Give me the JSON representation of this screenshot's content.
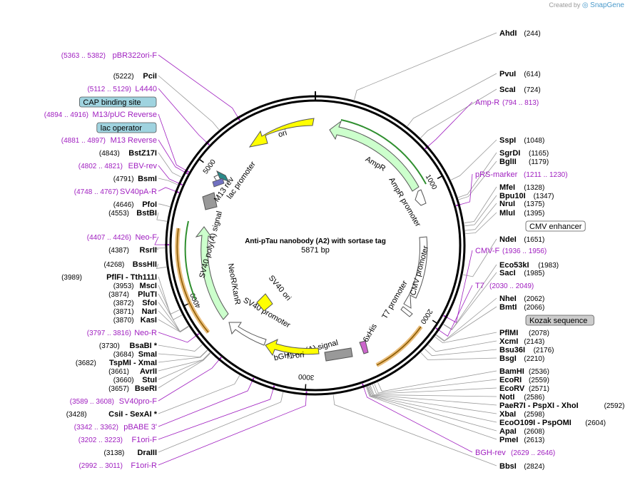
{
  "credit": {
    "prefix": "Created by",
    "brand": "SnapGene"
  },
  "plasmid": {
    "name": "Anti-pTau nanobody (A2) with sortase tag",
    "size": "5871 bp",
    "length": 5871
  },
  "ticks": [
    {
      "pos": 1000,
      "label": "1000"
    },
    {
      "pos": 2000,
      "label": "2000"
    },
    {
      "pos": 3000,
      "label": "3000"
    },
    {
      "pos": 4000,
      "label": "4000"
    },
    {
      "pos": 5000,
      "label": "5000"
    }
  ],
  "labels_right": [
    {
      "name": "AhdI",
      "pos": "(244)",
      "kind": "enzyme"
    },
    {
      "name": "PvuI",
      "pos": "(614)",
      "kind": "enzyme"
    },
    {
      "name": "ScaI",
      "pos": "(724)",
      "kind": "enzyme"
    },
    {
      "name": "Amp-R",
      "pos": "(794 .. 813)",
      "kind": "primer"
    },
    {
      "name": "SspI",
      "pos": "(1048)",
      "kind": "enzyme"
    },
    {
      "name": "SgrDI",
      "pos": "(1165)",
      "kind": "enzyme"
    },
    {
      "name": "BglII",
      "pos": "(1179)",
      "kind": "enzyme"
    },
    {
      "name": "pRS-marker",
      "pos": "(1211 .. 1230)",
      "kind": "primer"
    },
    {
      "name": "MfeI",
      "pos": "(1328)",
      "kind": "enzyme"
    },
    {
      "name": "Bpu10I",
      "pos": "(1347)",
      "kind": "enzyme"
    },
    {
      "name": "NruI",
      "pos": "(1375)",
      "kind": "enzyme"
    },
    {
      "name": "MluI",
      "pos": "(1395)",
      "kind": "enzyme"
    },
    {
      "name": "CMV enhancer",
      "pos": "",
      "kind": "boxwhite"
    },
    {
      "name": "NdeI",
      "pos": "(1651)",
      "kind": "enzyme"
    },
    {
      "name": "CMV-F",
      "pos": "(1936 .. 1956)",
      "kind": "primer"
    },
    {
      "name": "Eco53kI",
      "pos": "(1983)",
      "kind": "enzyme"
    },
    {
      "name": "SacI",
      "pos": "(1985)",
      "kind": "enzyme"
    },
    {
      "name": "T7",
      "pos": "(2030 .. 2049)",
      "kind": "primer"
    },
    {
      "name": "NheI",
      "pos": "(2062)",
      "kind": "enzyme"
    },
    {
      "name": "BmtI",
      "pos": "(2066)",
      "kind": "enzyme"
    },
    {
      "name": "Kozak sequence",
      "pos": "",
      "kind": "boxgray"
    },
    {
      "name": "PflMI",
      "pos": "(2078)",
      "kind": "enzyme"
    },
    {
      "name": "XcmI",
      "pos": "(2143)",
      "kind": "enzyme"
    },
    {
      "name": "Bsu36I",
      "pos": "(2176)",
      "kind": "enzyme"
    },
    {
      "name": "BsgI",
      "pos": "(2210)",
      "kind": "enzyme"
    },
    {
      "name": "BamHI",
      "pos": "(2536)",
      "kind": "enzyme"
    },
    {
      "name": "EcoRI",
      "pos": "(2559)",
      "kind": "enzyme"
    },
    {
      "name": "EcoRV",
      "pos": "(2571)",
      "kind": "enzyme"
    },
    {
      "name": "NotI",
      "pos": "(2586)",
      "kind": "enzyme"
    },
    {
      "name": "PaeR7I - PspXI - XhoI",
      "pos": "(2592)",
      "kind": "enzyme"
    },
    {
      "name": "XbaI",
      "pos": "(2598)",
      "kind": "enzyme"
    },
    {
      "name": "EcoO109I - PspOMI",
      "pos": "(2604)",
      "kind": "enzyme"
    },
    {
      "name": "ApaI",
      "pos": "(2608)",
      "kind": "enzyme"
    },
    {
      "name": "PmeI",
      "pos": "(2613)",
      "kind": "enzyme"
    },
    {
      "name": "BGH-rev",
      "pos": "(2629 .. 2646)",
      "kind": "primer"
    },
    {
      "name": "BbsI",
      "pos": "(2824)",
      "kind": "enzyme"
    }
  ],
  "labels_left": [
    {
      "name": "pBR322ori-F",
      "pos": "(5363 .. 5382)",
      "kind": "primer"
    },
    {
      "name": "PciI",
      "pos": "(5222)",
      "kind": "enzyme"
    },
    {
      "name": "L4440",
      "pos": "(5112 .. 5129)",
      "kind": "primer"
    },
    {
      "name": "CAP binding site",
      "pos": "",
      "kind": "boxblue"
    },
    {
      "name": "M13/pUC Reverse",
      "pos": "(4894 .. 4916)",
      "kind": "primer"
    },
    {
      "name": "lac operator",
      "pos": "",
      "kind": "boxblue"
    },
    {
      "name": "M13 Reverse",
      "pos": "(4881 .. 4897)",
      "kind": "primer"
    },
    {
      "name": "BstZ17I",
      "pos": "(4843)",
      "kind": "enzyme"
    },
    {
      "name": "EBV-rev",
      "pos": "(4802 .. 4821)",
      "kind": "primer"
    },
    {
      "name": "BsmI",
      "pos": "(4791)",
      "kind": "enzyme"
    },
    {
      "name": "SV40pA-R",
      "pos": "(4748 .. 4767)",
      "kind": "primer"
    },
    {
      "name": "PfoI",
      "pos": "(4646)",
      "kind": "enzyme"
    },
    {
      "name": "BstBI",
      "pos": "(4553)",
      "kind": "enzyme"
    },
    {
      "name": "Neo-F",
      "pos": "(4407 .. 4426)",
      "kind": "primer"
    },
    {
      "name": "RsrII",
      "pos": "(4387)",
      "kind": "enzyme"
    },
    {
      "name": "BssHII",
      "pos": "(4268)",
      "kind": "enzyme"
    },
    {
      "name": "PflFI - Tth111I",
      "pos": "(3989)",
      "kind": "enzyme"
    },
    {
      "name": "MscI",
      "pos": "(3953)",
      "kind": "enzyme"
    },
    {
      "name": "PluTI",
      "pos": "(3874)",
      "kind": "enzyme"
    },
    {
      "name": "SfoI",
      "pos": "(3872)",
      "kind": "enzyme"
    },
    {
      "name": "NarI",
      "pos": "(3871)",
      "kind": "enzyme"
    },
    {
      "name": "KasI",
      "pos": "(3870)",
      "kind": "enzyme"
    },
    {
      "name": "Neo-R",
      "pos": "(3797 .. 3816)",
      "kind": "primer"
    },
    {
      "name": "BsaBI *",
      "pos": "(3730)",
      "kind": "enzyme"
    },
    {
      "name": "SmaI",
      "pos": "(3684)",
      "kind": "enzyme"
    },
    {
      "name": "TspMI - XmaI",
      "pos": "(3682)",
      "kind": "enzyme"
    },
    {
      "name": "AvrII",
      "pos": "(3661)",
      "kind": "enzyme"
    },
    {
      "name": "StuI",
      "pos": "(3660)",
      "kind": "enzyme"
    },
    {
      "name": "BseRI",
      "pos": "(3657)",
      "kind": "enzyme"
    },
    {
      "name": "SV40pro-F",
      "pos": "(3589 .. 3608)",
      "kind": "primer"
    },
    {
      "name": "CsiI - SexAI *",
      "pos": "(3428)",
      "kind": "enzyme"
    },
    {
      "name": "pBABE 3'",
      "pos": "(3342 .. 3362)",
      "kind": "primer"
    },
    {
      "name": "F1ori-F",
      "pos": "(3202 .. 3223)",
      "kind": "primer"
    },
    {
      "name": "DraIII",
      "pos": "(3138)",
      "kind": "enzyme"
    },
    {
      "name": "F1ori-R",
      "pos": "(2992 .. 3011)",
      "kind": "primer"
    }
  ],
  "features": [
    {
      "name": "ori",
      "color": "#ffff00"
    },
    {
      "name": "AmpR",
      "color": "#ccffcc"
    },
    {
      "name": "AmpR promoter",
      "color": "#ffffff"
    },
    {
      "name": "CMV promoter",
      "color": "#ffffff"
    },
    {
      "name": "T7 promoter",
      "color": "#ffffff"
    },
    {
      "name": "6xHis",
      "color": "#cc66cc"
    },
    {
      "name": "bGH poly(A) signal",
      "color": "#999999"
    },
    {
      "name": "f1 ori",
      "color": "#ffff00"
    },
    {
      "name": "SV40 promoter",
      "color": "#ffffff"
    },
    {
      "name": "SV40 ori",
      "color": "#ffff00"
    },
    {
      "name": "NeoR/KanR",
      "color": "#ccffcc"
    },
    {
      "name": "SV40 poly(A) signal",
      "color": "#999999"
    },
    {
      "name": "M13 rev",
      "color": "#ffffff"
    },
    {
      "name": "lac promoter",
      "color": "#ffffff"
    }
  ],
  "colors": {
    "primer": "#a020c0",
    "enzyme": "#000000",
    "box_blue": "#9fd3df",
    "box_gray": "#cccccc",
    "orf_green": "#2f8f2f",
    "orf_orange": "#e0a040"
  }
}
